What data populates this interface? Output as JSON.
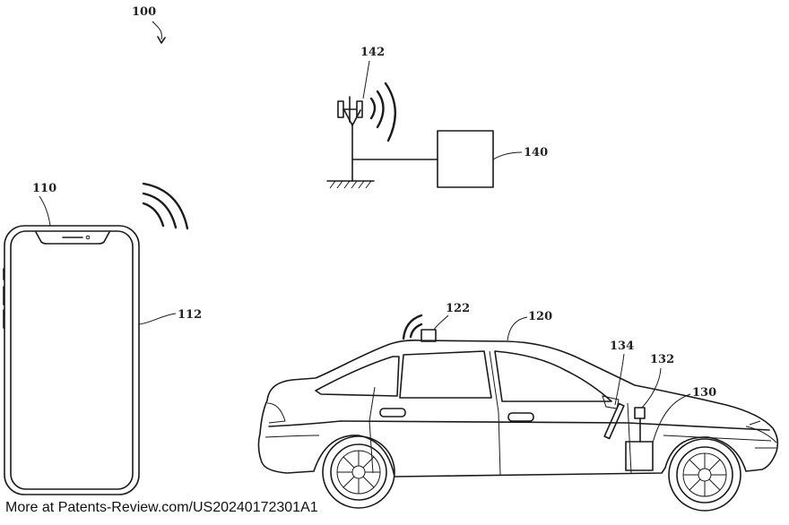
{
  "labels": {
    "system": "100",
    "phone": "110",
    "phone_body": "112",
    "vehicle": "120",
    "roof_device": "122",
    "module": "130",
    "sensor": "132",
    "windshield": "134",
    "server": "140",
    "antenna": "142"
  },
  "footer": "More at Patents-Review.com/US20240172301A1"
}
